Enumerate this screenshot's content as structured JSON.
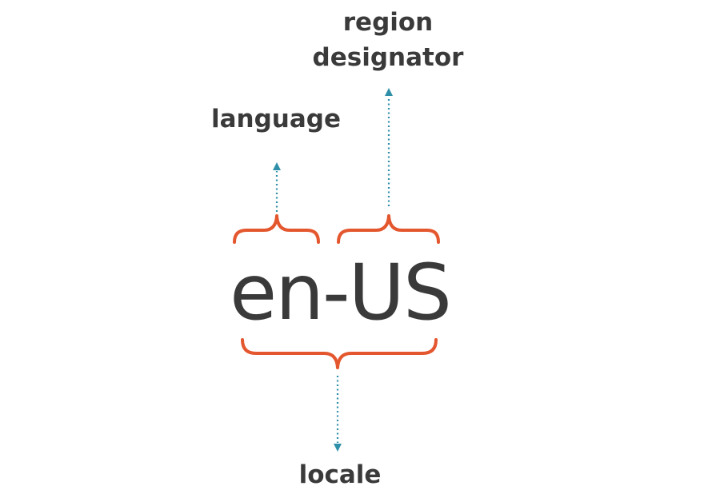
{
  "labels": {
    "region_line1": "region",
    "region_line2": "designator",
    "language": "language",
    "locale": "locale"
  },
  "code": "en-US",
  "colors": {
    "brace": "#e4572e",
    "arrow": "#2e8fa8",
    "text": "#3a3a3a"
  }
}
